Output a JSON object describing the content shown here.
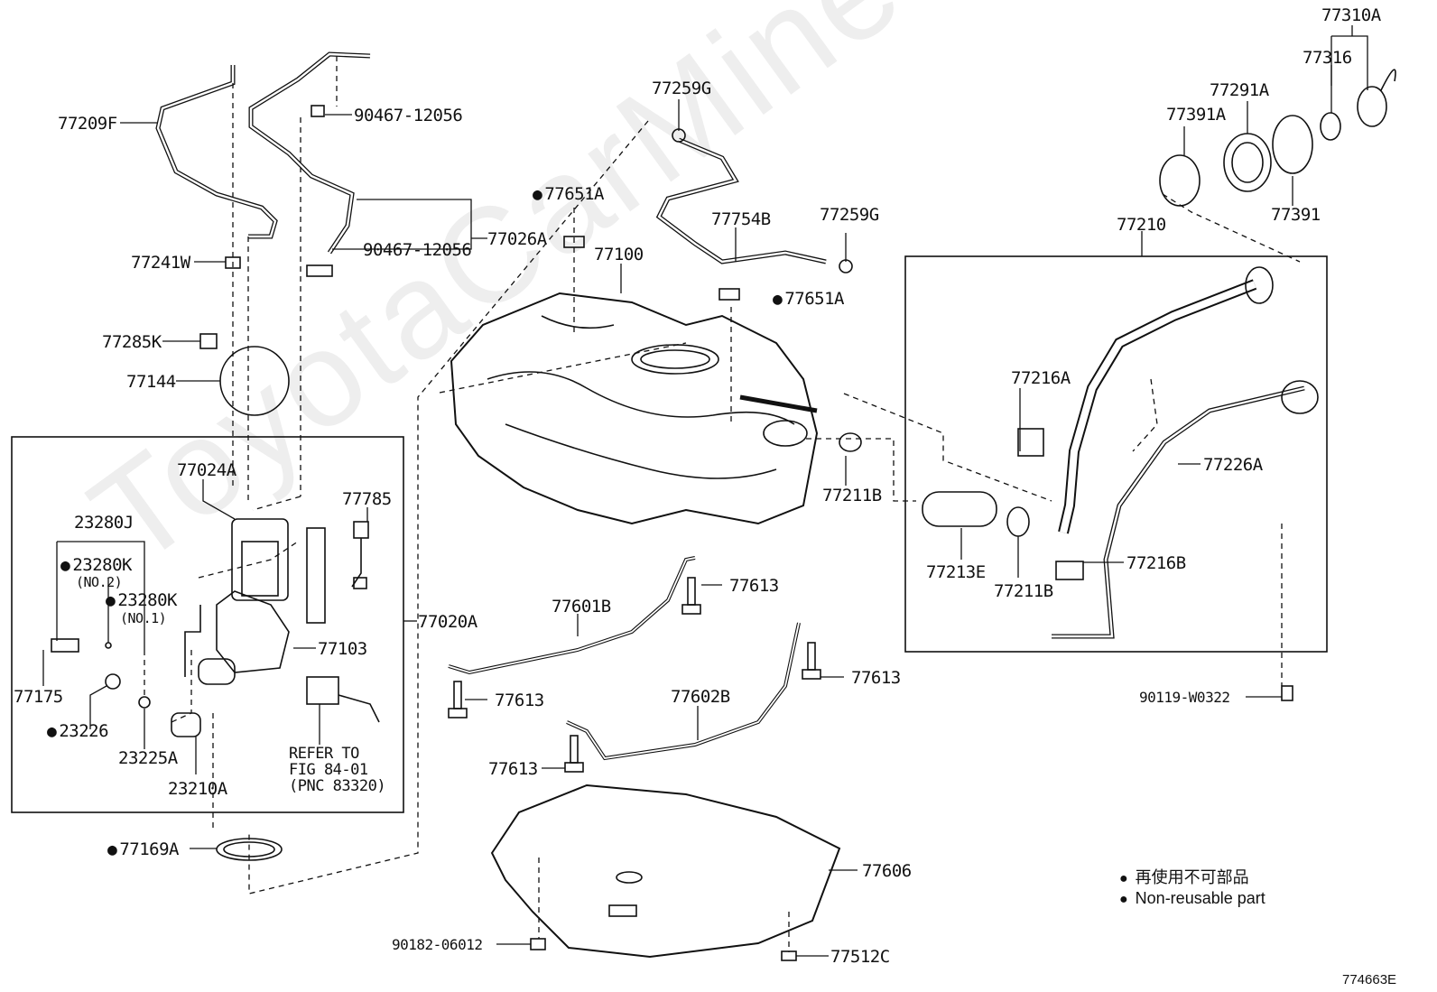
{
  "watermark": "ToyotaCarMine.ru",
  "ref_code": "774663E",
  "legend": {
    "line1": "再使用不可部品",
    "line2": "Non-reusable part"
  },
  "labels": {
    "p77310A": "77310A",
    "p77316": "77316",
    "p77291A": "77291A",
    "p77391A": "77391A",
    "p77391": "77391",
    "p77259G_top": "77259G",
    "p77209F": "77209F",
    "p90467_top": "90467-12056",
    "p90467_mid": "90467-12056",
    "p77026A": "77026A",
    "p77651A_top": "77651A",
    "p77754B": "77754B",
    "p77259G_mid": "77259G",
    "p77210": "77210",
    "p77100": "77100",
    "p77651A_mid": "77651A",
    "p77241W": "77241W",
    "p77285K": "77285K",
    "p77144": "77144",
    "p77216A": "77216A",
    "p77024A": "77024A",
    "p77785": "77785",
    "p23280J": "23280J",
    "p23280K_1": "23280K",
    "p23280K_1_sub": "(NO.2)",
    "p23280K_2": "23280K",
    "p23280K_2_sub": "(NO.1)",
    "p77211B_a": "77211B",
    "p77226A": "77226A",
    "p77213E": "77213E",
    "p77211B_b": "77211B",
    "p77216B": "77216B",
    "p77613_a": "77613",
    "p77601B": "77601B",
    "p77020A": "77020A",
    "p77103": "77103",
    "p77175": "77175",
    "p77613_b": "77613",
    "p77613_c": "77613",
    "p77602B": "77602B",
    "p90119": "90119-W0322",
    "p23226": "23226",
    "p23225A": "23225A",
    "p77613_d": "77613",
    "p23210A": "23210A",
    "refer_l1": "REFER TO",
    "refer_l2": "FIG 84-01",
    "refer_l3": "(PNC 83320)",
    "p77169A": "77169A",
    "p77606": "77606",
    "p90182": "90182-06012",
    "p77512C": "77512C"
  }
}
